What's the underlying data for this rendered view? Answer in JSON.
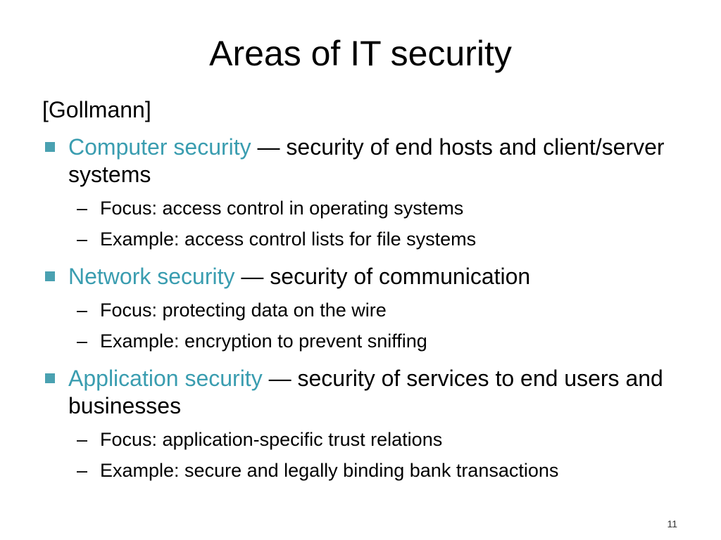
{
  "slide": {
    "title": "Areas of IT security",
    "source": "[Gollmann]",
    "page_number": "11",
    "colors": {
      "accent": "#3a9db0",
      "bullet_marker": "#4aa1b1"
    },
    "icons": {
      "bullet": "square-bullet-icon",
      "sub_bullet": "dash"
    },
    "bullets": [
      {
        "term": "Computer security",
        "rest": " — security of end hosts and client/server systems",
        "subs": [
          {
            "dash": "–",
            "text": "Focus: access control in operating systems"
          },
          {
            "dash": "–",
            "text": "Example: access control lists for file systems"
          }
        ]
      },
      {
        "term": "Network security",
        "rest": " — security of communication",
        "subs": [
          {
            "dash": "–",
            "text": "Focus: protecting data on the wire"
          },
          {
            "dash": "–",
            "text": "Example: encryption to prevent sniffing"
          }
        ]
      },
      {
        "term": "Application security",
        "rest": " — security of services to end users and businesses",
        "subs": [
          {
            "dash": "–",
            "text": "Focus: application-specific trust relations"
          },
          {
            "dash": "–",
            "text": "Example: secure and legally binding bank transactions"
          }
        ]
      }
    ]
  }
}
